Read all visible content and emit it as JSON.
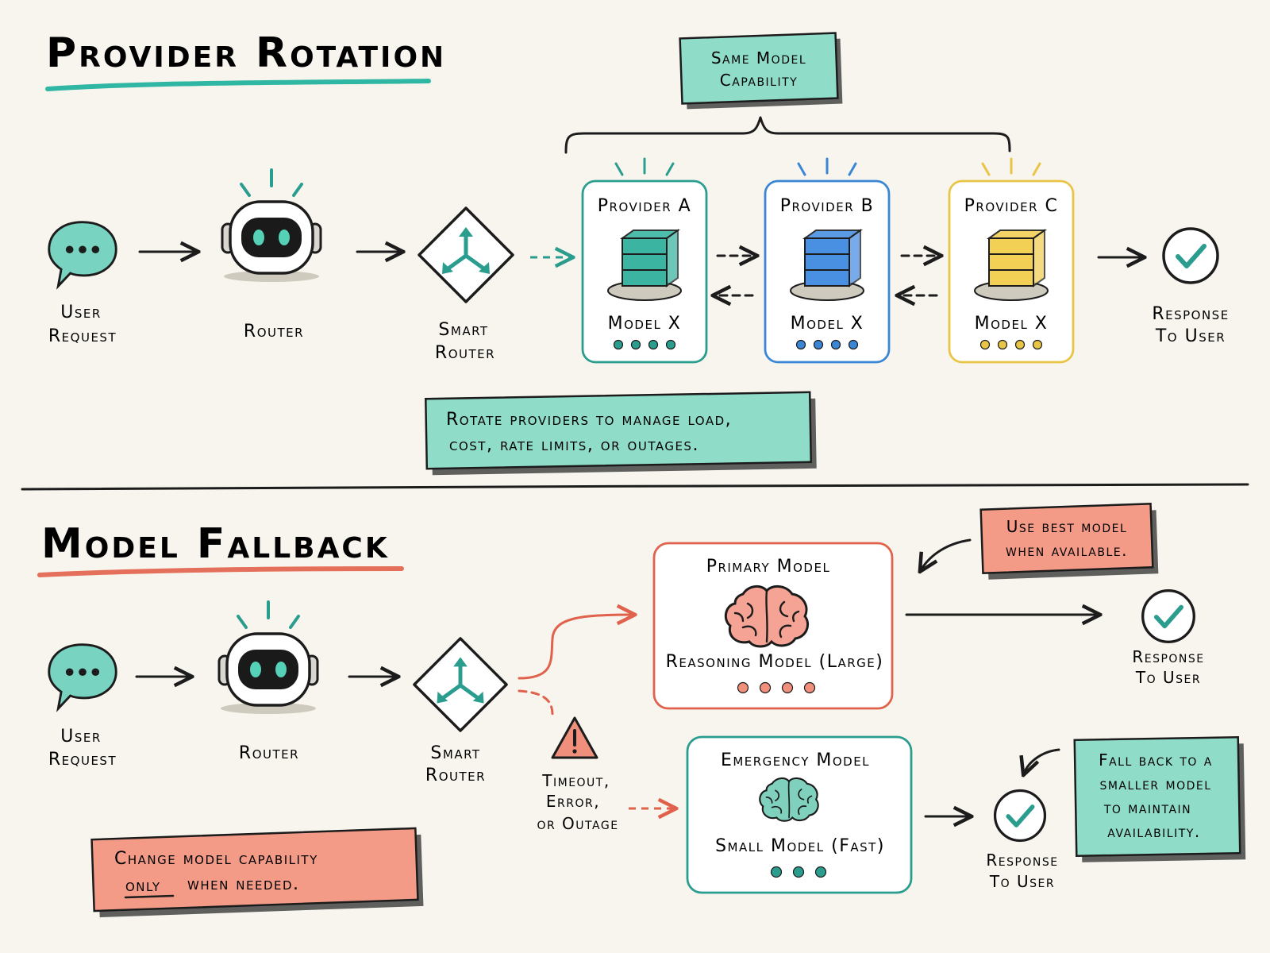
{
  "colors": {
    "teal": "#79d3c1",
    "teal_dark": "#2a9d8f",
    "blue": "#3a86d4",
    "yellow": "#e8c547",
    "coral": "#f08f7c",
    "coral_dark": "#e0624c",
    "paper": "#f8f5ee",
    "ink": "#1c1c1c"
  },
  "rotation": {
    "title": "Provider Rotation",
    "user_request": [
      "User",
      "Request"
    ],
    "router": "Router",
    "smart_router": [
      "Smart",
      "Router"
    ],
    "capability_note": [
      "Same Model",
      "Capability"
    ],
    "providers": [
      {
        "name": "Provider A",
        "model": "Model X",
        "color": "#2a9d8f",
        "fill": "#3bb5a2"
      },
      {
        "name": "Provider B",
        "model": "Model X",
        "color": "#3a86d4",
        "fill": "#4a90e2"
      },
      {
        "name": "Provider C",
        "model": "Model X",
        "color": "#e8c547",
        "fill": "#f2cf55"
      }
    ],
    "response": [
      "Response",
      "To User"
    ],
    "note": [
      "Rotate providers to manage load,",
      "cost, rate limits, or outages."
    ]
  },
  "fallback": {
    "title": "Model Fallback",
    "user_request": [
      "User",
      "Request"
    ],
    "router": "Router",
    "smart_router": [
      "Smart",
      "Router"
    ],
    "primary": {
      "title": "Primary Model",
      "subtitle": "Reasoning Model (Large)"
    },
    "emergency": {
      "title": "Emergency Model",
      "subtitle": "Small Model (Fast)"
    },
    "failure": [
      "Timeout,",
      "Error,",
      "or Outage"
    ],
    "best_note": [
      "Use best model",
      "when available."
    ],
    "fallback_note": [
      "Fall back to a",
      "smaller model",
      "to maintain",
      "availability."
    ],
    "response_primary": [
      "Response",
      "To User"
    ],
    "response_emergency": [
      "Response",
      "To User"
    ],
    "note_line1": "Change model capability",
    "note_line2_a": "only",
    "note_line2_b": "when needed."
  }
}
